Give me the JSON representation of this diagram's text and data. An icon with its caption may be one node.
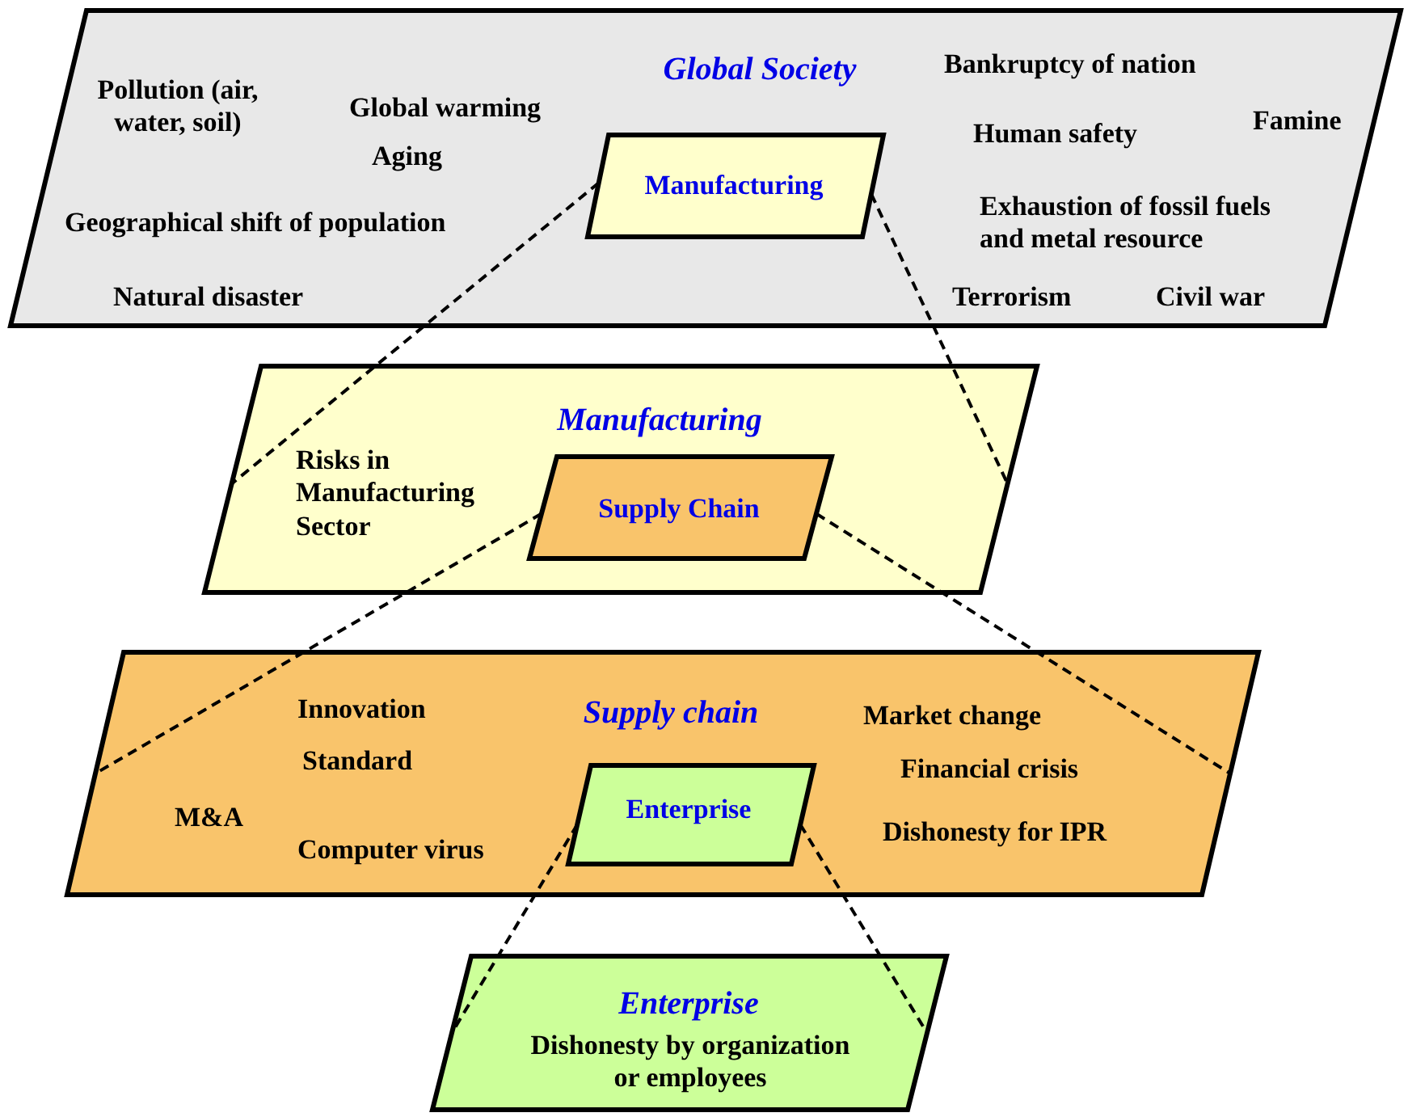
{
  "diagram": {
    "nodes": [
      {
        "text": [
          "Global Society",
          "Pollution (air, water, soil)",
          "Global warming",
          "Aging",
          "Geographical shift of population",
          "Natural disaster",
          "Bankruptcy of nation",
          "Human safety",
          "Famine",
          "Exhaustion of fossil fuels and metal resource",
          "Terrorism",
          "Civil war"
        ]
      },
      {
        "text": [
          "Manufacturing"
        ],
        "in": 0
      },
      {
        "text": [
          "Manufacturing",
          "Risks in Manufacturing Sector"
        ]
      },
      {
        "text": [
          "Supply Chain"
        ],
        "in": 2
      },
      {
        "text": [
          "Innovation",
          "Supply chain",
          "Market change",
          "Standard",
          "Financial crisis",
          "M&A",
          "Dishonesty for IPR",
          "Computer virus"
        ]
      },
      {
        "text": [
          "Enterprise"
        ],
        "in": 4
      },
      {
        "text": [
          "Enterprise",
          "Dishonesty by organization or employees"
        ]
      }
    ],
    "edges": [
      {
        "from": 1,
        "to": 2,
        "arrow": "none",
        "style": "dashed"
      },
      {
        "from": 1,
        "to": 2,
        "arrow": "none",
        "style": "dashed"
      },
      {
        "from": 3,
        "to": 4,
        "arrow": "none",
        "style": "dashed"
      },
      {
        "from": 3,
        "to": 4,
        "arrow": "none",
        "style": "dashed"
      },
      {
        "from": 5,
        "to": 6,
        "arrow": "none",
        "style": "dashed"
      },
      {
        "from": 5,
        "to": 6,
        "arrow": "none",
        "style": "dashed"
      }
    ]
  }
}
